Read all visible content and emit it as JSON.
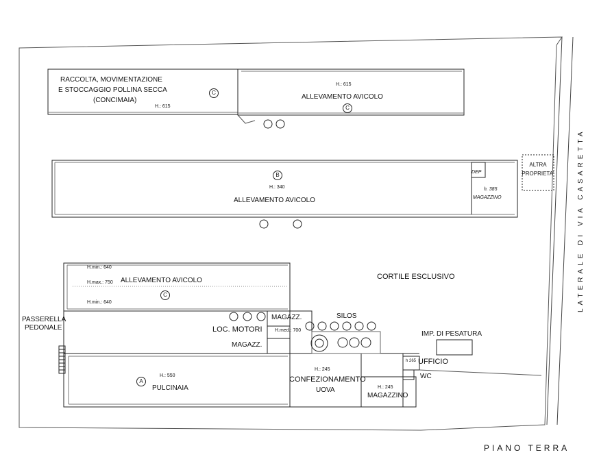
{
  "plan": {
    "title": "PIANO TERRA",
    "road": "LATERALE DI VIA CASARETTA",
    "courtyard": "CORTILE ESCLUSIVO",
    "neighbor": [
      "ALTRA",
      "PROPRIETA'"
    ],
    "building_top_left": {
      "line1": "RACCOLTA, MOVIMENTAZIONE",
      "line2": "E STOCCAGGIO POLLINA SECCA",
      "line3": "(CONCIMAIA)",
      "height": "H.: 615",
      "marker": "C"
    },
    "building_top_right": {
      "name": "ALLEVAMENTO AVICOLO",
      "height": "H.: 615",
      "marker": "C"
    },
    "building_b": {
      "name": "ALLEVAMENTO AVICOLO",
      "height": "H.: 340",
      "marker": "B",
      "dep": "DEP",
      "store_height": "h. 385",
      "store": "MAGAZZINO"
    },
    "building_c": {
      "name": "ALLEVAMENTO AVICOLO",
      "hmin1": "H.min.: 640",
      "hmax": "H.max.: 750",
      "hmin2": "H.min.: 640",
      "marker": "C"
    },
    "walkway": [
      "PASSERELLA",
      "PEDONALE"
    ],
    "magazz_top": "MAGAZZ.",
    "loc_motori": "LOC. MOTORI",
    "hmed": "H.med.: 700",
    "magazz_bottom": "MAGAZZ.",
    "silos": "SILOS",
    "pulcinaia": {
      "name": "PULCINAIA",
      "height": "H.: 550",
      "marker": "A"
    },
    "confezionamento": {
      "line1": "CONFEZIONAMENTO",
      "line2": "UOVA",
      "height": "H.: 245"
    },
    "magazzino_small": {
      "name": "MAGAZZINO",
      "height": "H.: 245"
    },
    "ufficio": "UFFICIO",
    "ufficio_height": "h 265",
    "wc": "WC",
    "pesatura": "IMP. DI PESATURA"
  }
}
